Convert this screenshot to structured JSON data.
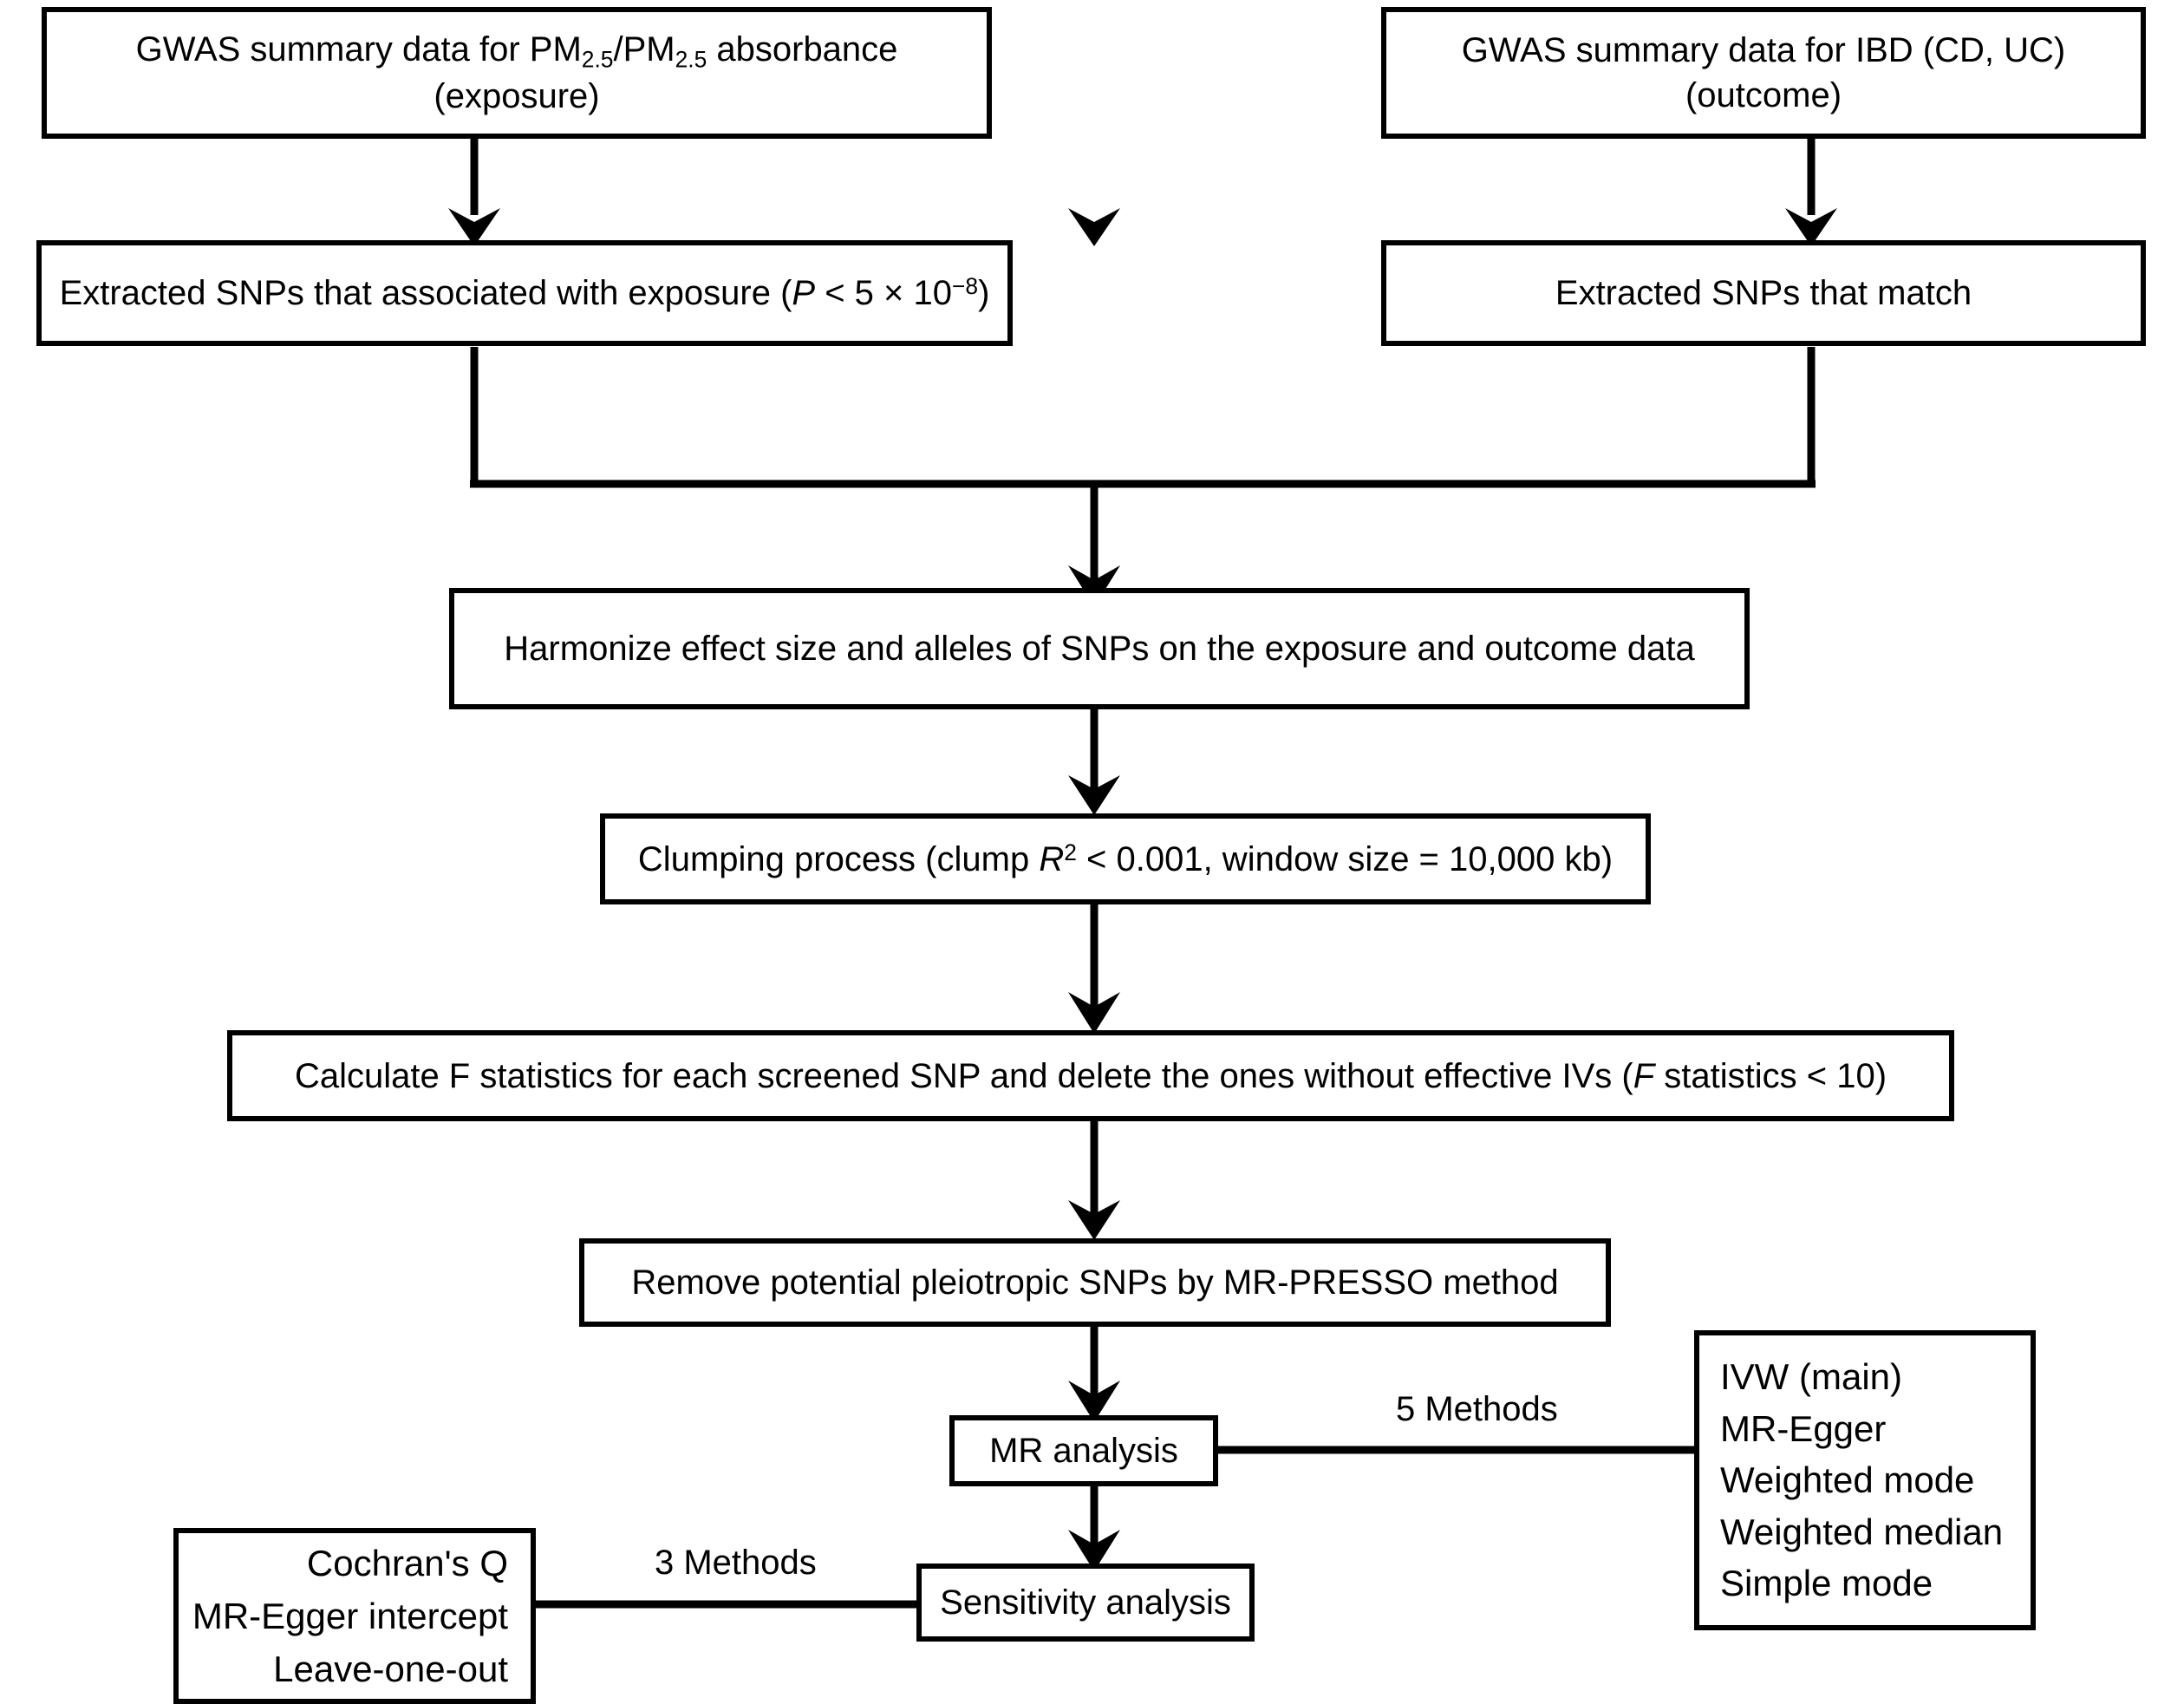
{
  "diagram": {
    "title": "Mendelian randomization study design flowchart",
    "nodes": {
      "exposure_gwas": "GWAS summary data for PM2.5/PM2.5 absorbance\n(exposure)",
      "outcome_gwas": "GWAS summary data for IBD (CD, UC)\n(outcome)",
      "extract_exposure": "Extracted SNPs that associated with exposure (P < 5 × 10-8)",
      "extract_outcome": "Extracted SNPs that match",
      "harmonize": "Harmonize effect size and alleles of SNPs on the exposure and outcome data",
      "clumping": "Clumping process (clump R2 < 0.001, window size = 10,000 kb)",
      "f_statistics": "Calculate F statistics for each screened SNP and delete the ones without effective IVs (F statistics < 10)",
      "mr_presso": "Remove potential pleiotropic SNPs by MR-PRESSO method",
      "mr_analysis": "MR analysis",
      "sensitivity_analysis": "Sensitivity analysis"
    },
    "mr_methods": {
      "items": [
        "IVW (main)",
        "MR-Egger",
        "Weighted mode",
        "Weighted median",
        "Simple mode"
      ],
      "text": "IVW (main)\nMR-Egger\nWeighted mode\nWeighted median\nSimple mode"
    },
    "sensitivity_methods": {
      "items": [
        "Cochran's Q",
        "MR-Egger intercept",
        "Leave-one-out"
      ],
      "text": "Cochran's Q\nMR-Egger intercept\nLeave-one-out"
    },
    "edge_labels": {
      "mr_methods_count": "5 Methods",
      "sensitivity_methods_count": "3 Methods"
    },
    "colors": {
      "stroke": "#000000",
      "fill": "#ffffff",
      "text": "#000000"
    }
  }
}
